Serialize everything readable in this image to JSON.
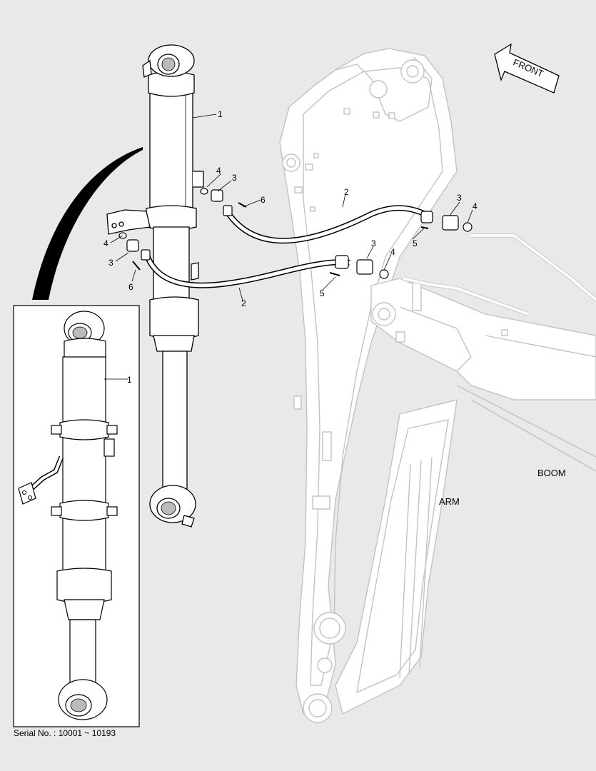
{
  "callouts": {
    "c1": "1",
    "c2": "2",
    "c3": "3",
    "c4": "4",
    "c5": "5",
    "c6": "6"
  },
  "labels": {
    "front": "FRONT",
    "boom": "BOOM",
    "arm": "ARM"
  },
  "serial": {
    "text": "Serial No. : 10001 ~ 10193"
  }
}
